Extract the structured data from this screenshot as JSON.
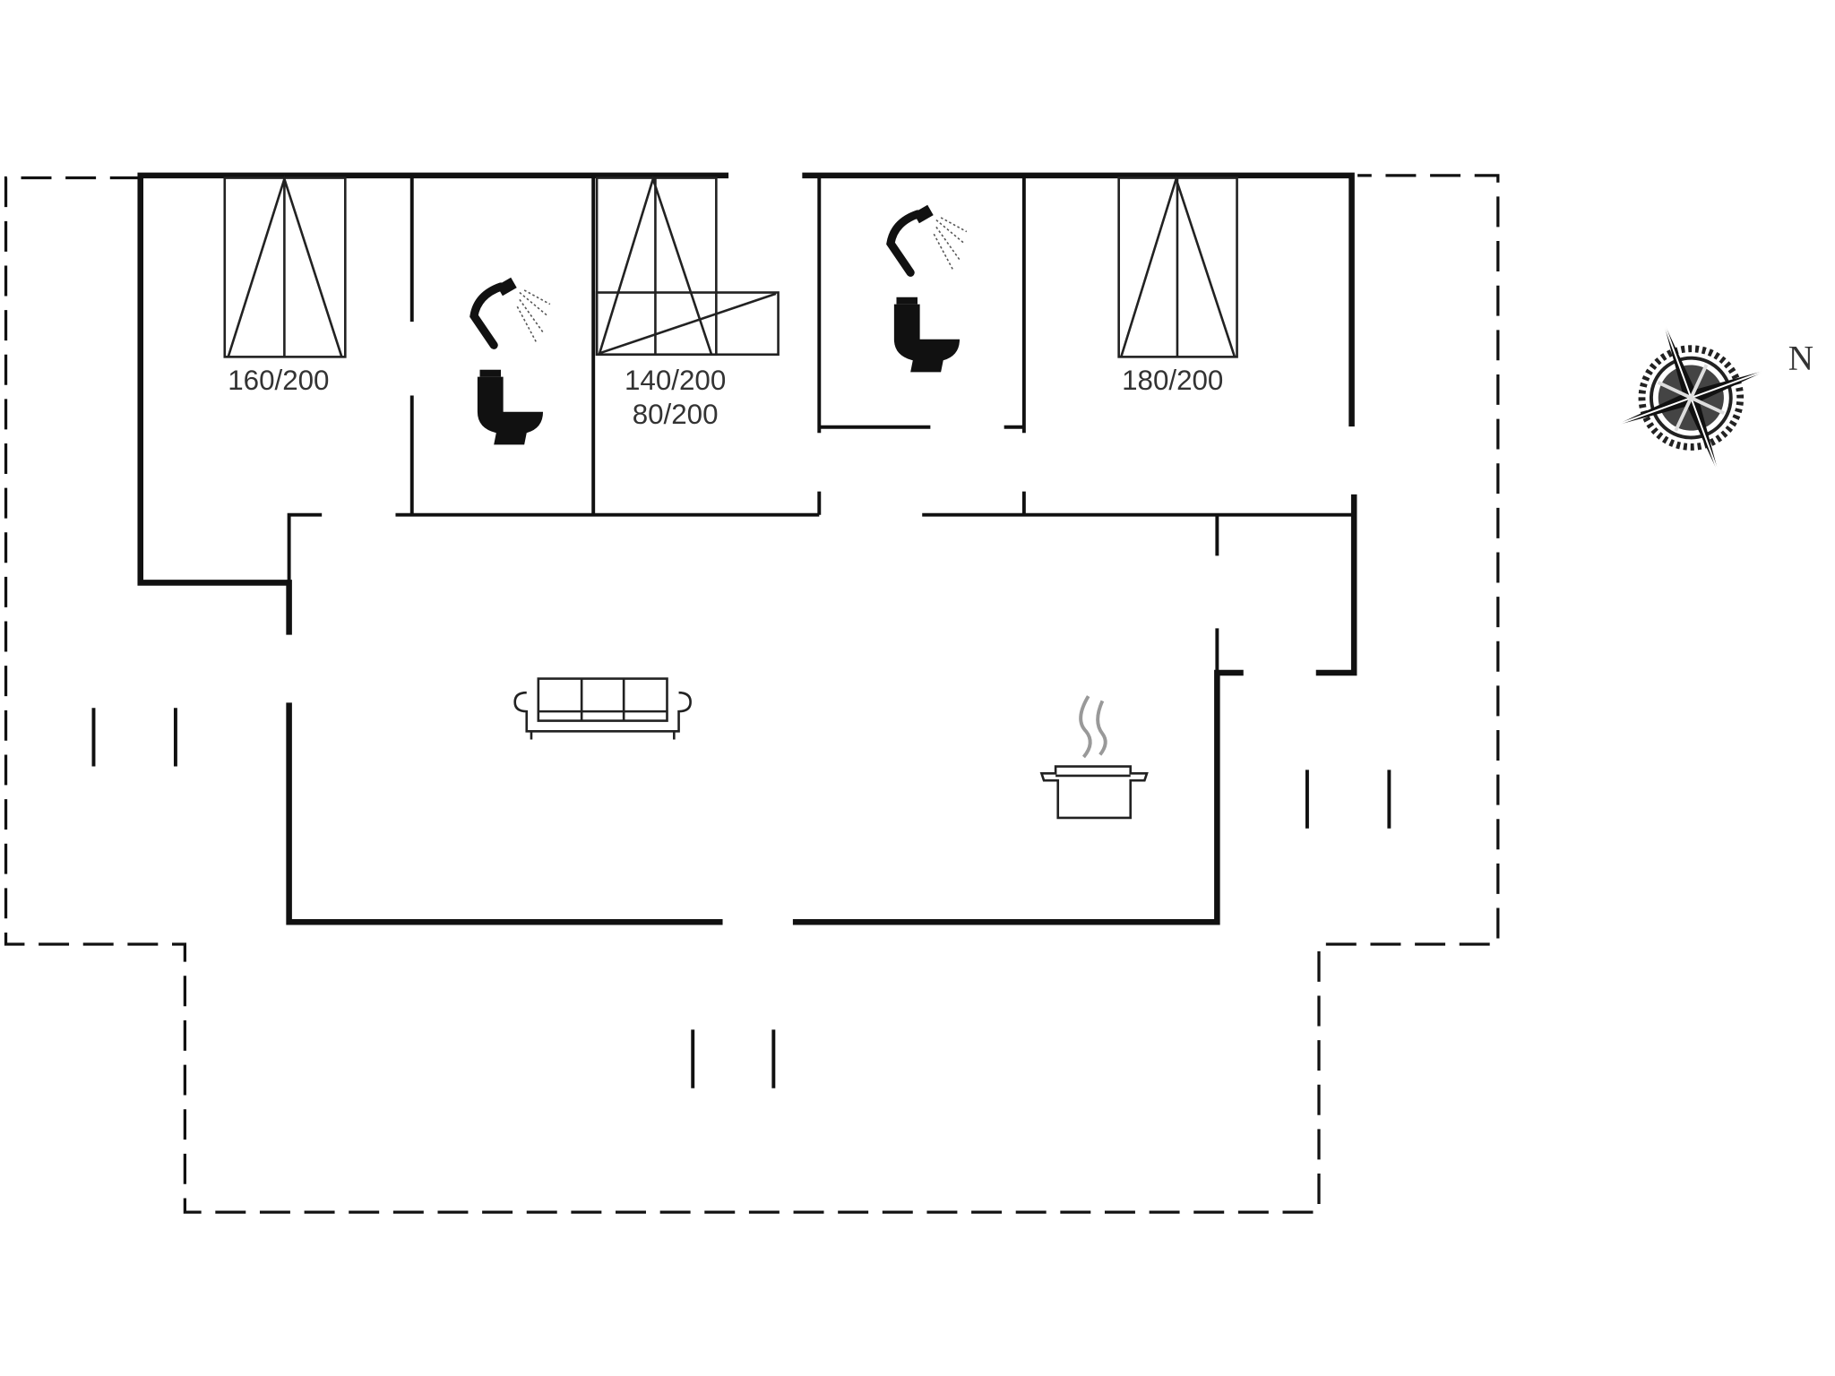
{
  "floorplan": {
    "bed_labels": {
      "bedroom1": "160/200",
      "bedroom2_line1": "140/200",
      "bedroom2_line2": "80/200",
      "bedroom3": "180/200"
    },
    "compass": {
      "north_label": "N"
    },
    "icons": [
      "shower-icon",
      "toilet-icon",
      "sofa-icon",
      "cooking-pot-icon",
      "compass-rose-icon",
      "bed-icon"
    ],
    "colors": {
      "lines": "#111111",
      "background": "#ffffff"
    }
  }
}
